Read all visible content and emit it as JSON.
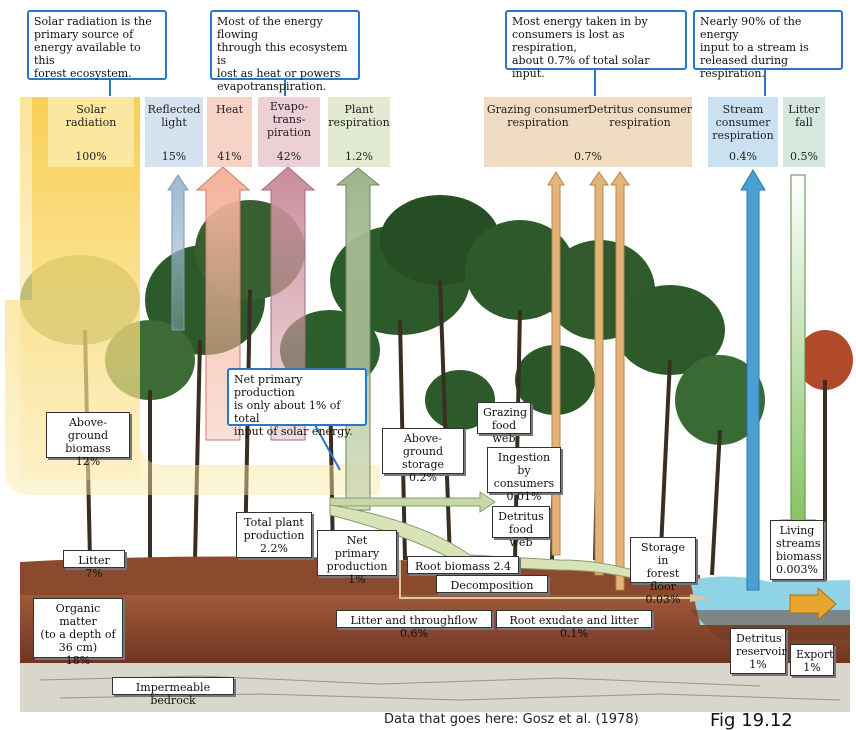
{
  "callouts": {
    "solar": "Solar radiation is the\nprimary source of\nenergy available to this\nforest ecosystem.",
    "energy": "Most of the energy flowing\nthrough this ecosystem is\nlost as heat or powers\nevapotranspiration.",
    "consumers": "Most energy taken in by\nconsumers is lost as respiration,\nabout 0.7% of total solar input.",
    "stream": "Nearly 90% of the energy\ninput to a stream is\nreleased during respiration.",
    "npp": "Net primary production\nis only about 1% of total\ninput of solar energy."
  },
  "top_labels": {
    "solar": {
      "name": "Solar\nradiation",
      "pct": "100%"
    },
    "reflected": {
      "name": "Reflected\nlight",
      "pct": "15%"
    },
    "heat": {
      "name": "Heat",
      "pct": "41%"
    },
    "evapo": {
      "name": "Evapo-\ntrans-\npiration",
      "pct": "42%"
    },
    "plant_resp": {
      "name": "Plant\nrespiration",
      "pct": "1.2%"
    },
    "grazing_resp": {
      "name": "Grazing consumer\nrespiration"
    },
    "detritus_resp": {
      "name": "Detritus consumer\nrespiration"
    },
    "consumer_pct": "0.7%",
    "stream_resp": {
      "name": "Stream\nconsumer\nrespiration",
      "pct": "0.4%"
    },
    "litter_fall": {
      "name": "Litter\nfall",
      "pct": "0.5%"
    }
  },
  "boxes": {
    "above_ground_biomass": "Above-ground\nbiomass\n12%",
    "litter": "Litter 7%",
    "organic_matter": "Organic matter\n(to a depth of\n36 cm)\n18%",
    "bedrock": "Impermeable bedrock",
    "total_plant_production": "Total plant\nproduction\n2.2%",
    "net_primary_production": "Net primary\nproduction\n1%",
    "above_ground_storage": "Above-ground\nstorage\n0.2%",
    "grazing_food_web": "Grazing\nfood web",
    "ingestion": "Ingestion by\nconsumers\n0.01%",
    "detritus_food_web": "Detritus\nfood web",
    "root_biomass": "Root biomass 2.4 %",
    "decomposition": "Decomposition",
    "storage_forest_floor": "Storage in\nforest floor\n0.03%",
    "litter_throughflow": "Litter and throughflow 0.6%",
    "root_exudate": "Root exudate and litter 0.1%",
    "living_streams_biomass": "Living\nstreams\nbiomass\n0.003%",
    "detritus_reservoir": "Detritus\nreservoir\n1%",
    "export": "Export\n1%"
  },
  "caption": "Data that goes here: Gosz et al. (1978)",
  "figure_number": "Fig 19.12",
  "colors": {
    "solar": "#f7d34a",
    "reflected": "#a8c4e0",
    "heat": "#f2a892",
    "evapo": "#d9a3ae",
    "plant_resp": "#b9c9a0",
    "consumer": "#e8c59a",
    "stream": "#4a9fd4",
    "litter_fall": "#9ccc7a",
    "soil": "#8b4a2e",
    "water": "#8fd3e6",
    "tree": "#2e5a2a"
  }
}
